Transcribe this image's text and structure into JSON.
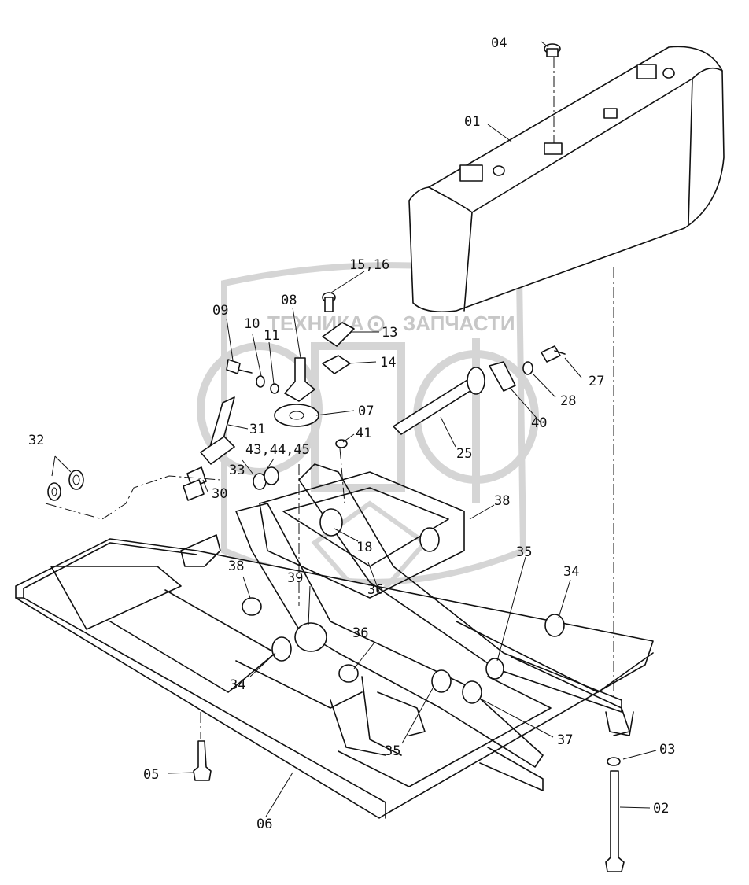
{
  "watermark": {
    "left_text": "ТЕХНИКА",
    "right_text": "ЗАПЧАСТИ",
    "icon": "gear-icon",
    "logo_letters": "эпф",
    "color": "#9a9a9a"
  },
  "callouts": {
    "c01": "01",
    "c02": "02",
    "c03": "03",
    "c04": "04",
    "c05": "05",
    "c06": "06",
    "c07": "07",
    "c08": "08",
    "c09": "09",
    "c10": "10",
    "c11": "11",
    "c13": "13",
    "c14": "14",
    "c15_16": "15,16",
    "c18": "18",
    "c25": "25",
    "c27": "27",
    "c28": "28",
    "c30": "30",
    "c31": "31",
    "c32": "32",
    "c33": "33",
    "c34a": "34",
    "c34b": "34",
    "c35a": "35",
    "c35b": "35",
    "c36a": "36",
    "c36b": "36",
    "c37": "37",
    "c38a": "38",
    "c38b": "38",
    "c39": "39",
    "c40": "40",
    "c41": "41",
    "c43_44_45": "43,44,45"
  },
  "colors": {
    "ink": "#111111",
    "paper": "#ffffff"
  }
}
